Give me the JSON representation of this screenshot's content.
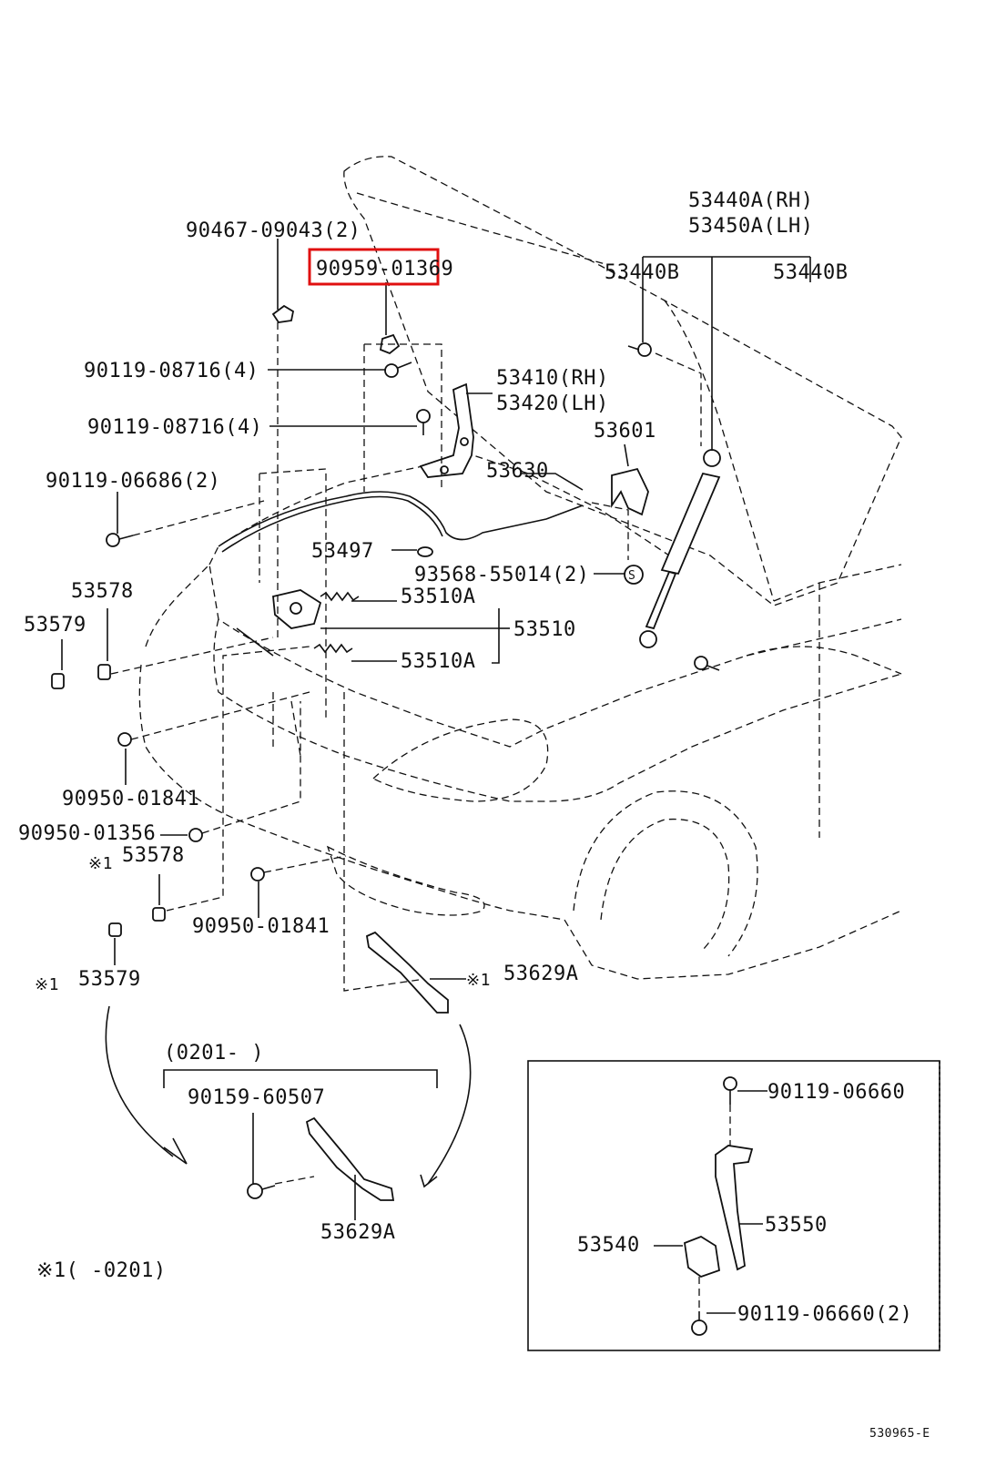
{
  "callouts": {
    "p90467": "90467-09043(2)",
    "p90959": "90959-01369",
    "p53440a": "53440A(RH)",
    "p53450a": "53450A(LH)",
    "p53440b_1": "53440B",
    "p53440b_2": "53440B",
    "p90119_08716_a": "90119-08716(4)",
    "p90119_08716_b": "90119-08716(4)",
    "p53410": "53410(RH)",
    "p53420": "53420(LH)",
    "p53601": "53601",
    "p90119_06686": "90119-06686(2)",
    "p53630": "53630",
    "p53497": "53497",
    "p93568": "93568-55014(2)",
    "p53578_a": "53578",
    "p53579_a": "53579",
    "p53510a_a": "53510A",
    "p53510": "53510",
    "p53510a_b": "53510A",
    "p90950_01841_a": "90950-01841",
    "p90950_01356": "90950-01356",
    "p53578_b": "53578",
    "p90950_01841_b": "90950-01841",
    "p53579_b": "53579",
    "p53629a_a": "53629A",
    "p90159": "90159-60507",
    "p53629a_b": "53629A",
    "p90119_06660_a": "90119-06660",
    "p53550": "53550",
    "p53540": "53540",
    "p90119_06660_b": "90119-06660(2)"
  },
  "notes": {
    "mark_a": "※1",
    "mark_b": "※1",
    "mark_c": "※1",
    "date_range": "(0201-      )",
    "footnote": "※1(      -0201)",
    "drawing_id": "530965-E"
  },
  "highlight": {
    "color": "#e01010",
    "target": "90959-01369"
  }
}
